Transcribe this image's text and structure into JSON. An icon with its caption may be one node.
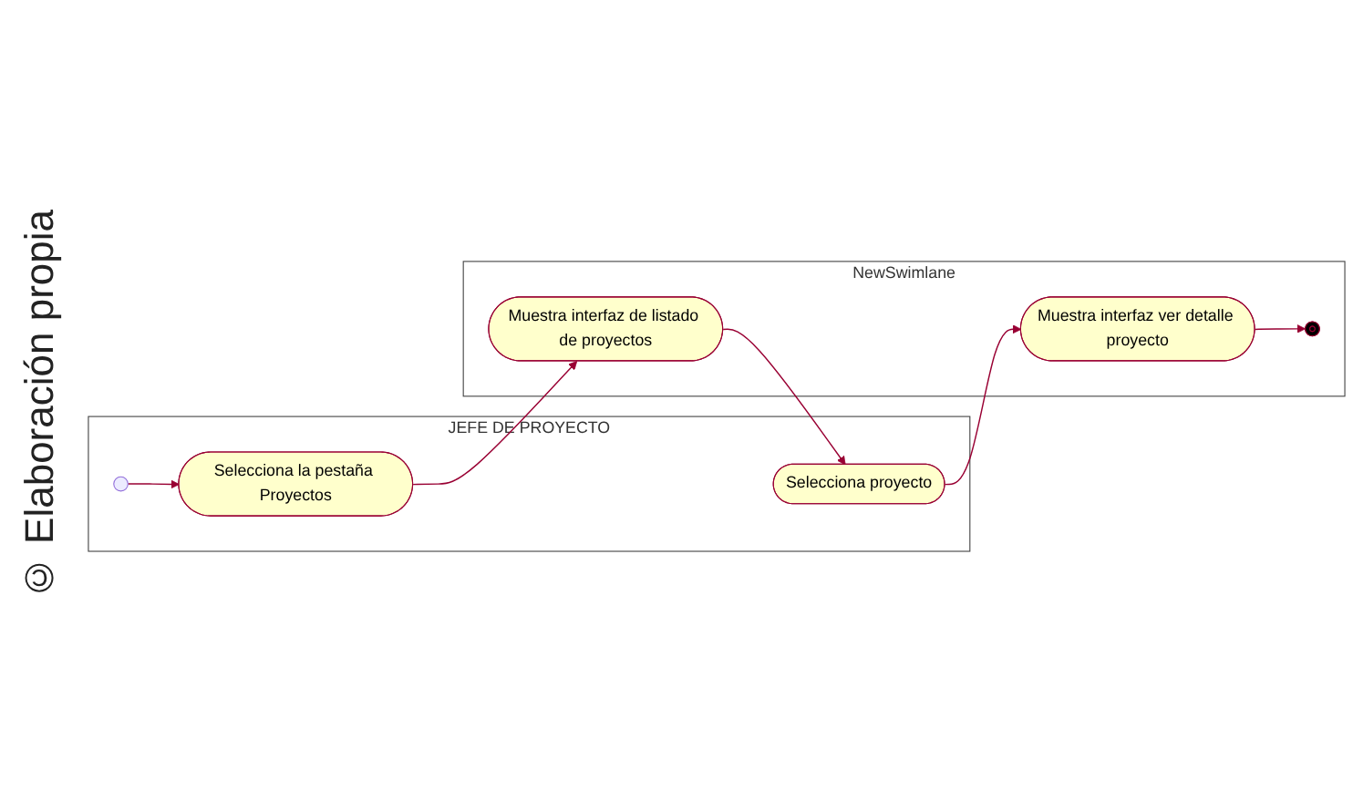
{
  "diagram": {
    "nodes": [
      {
        "text": [
          "JEFE DE PROYECTO"
        ]
      },
      {
        "text": [
          "NewSwimlane"
        ]
      },
      {
        "text": [],
        "shape": "circle",
        "in": 0
      },
      {
        "text": [
          "Selecciona la pestaña Proyectos"
        ],
        "in": 0
      },
      {
        "text": [
          "Muestra interfaz de listado de proyectos"
        ],
        "in": 1
      },
      {
        "text": [
          "Selecciona proyecto"
        ],
        "in": 0
      },
      {
        "text": [
          "Muestra interfaz ver detalle proyecto"
        ],
        "in": 1
      },
      {
        "text": [],
        "shape": "circle",
        "in": 1
      }
    ],
    "edges": [
      {
        "from": 2,
        "to": 3,
        "arrow": "to"
      },
      {
        "from": 3,
        "to": 4,
        "arrow": "to"
      },
      {
        "from": 4,
        "to": 5,
        "arrow": "to"
      },
      {
        "from": 5,
        "to": 6,
        "arrow": "to"
      },
      {
        "from": 6,
        "to": 7,
        "arrow": "to"
      }
    ],
    "labels": [
      "© Elaboración propia"
    ]
  }
}
